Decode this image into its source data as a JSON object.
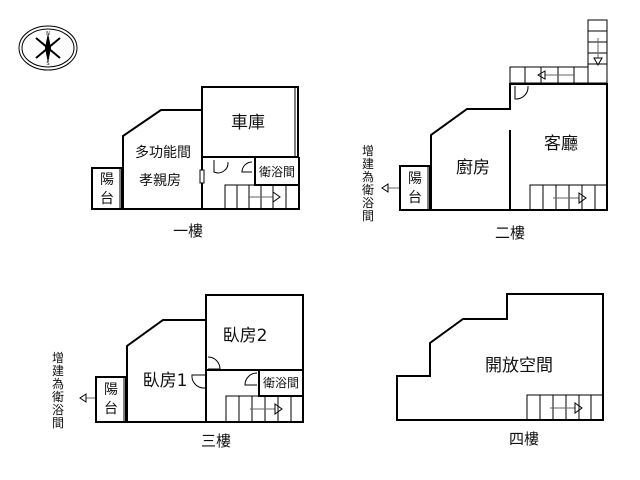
{
  "compass": {
    "north": "N",
    "south": "S"
  },
  "floors": [
    {
      "title": "一樓",
      "rooms": {
        "multi": "多功能間",
        "parents": "孝親房",
        "garage": "車庫",
        "bath": "衛浴間",
        "balcony_1": "陽",
        "balcony_2": "台"
      }
    },
    {
      "title": "二樓",
      "rooms": {
        "kitchen": "廚房",
        "living": "客廳",
        "balcony_1": "陽",
        "balcony_2": "台"
      },
      "note": [
        "增",
        "建",
        "為",
        "衛",
        "浴",
        "間"
      ]
    },
    {
      "title": "三樓",
      "rooms": {
        "bed1": "臥房1",
        "bed2": "臥房2",
        "bath": "衛浴間",
        "balcony_1": "陽",
        "balcony_2": "台"
      },
      "note": [
        "增",
        "建",
        "為",
        "衛",
        "浴",
        "間"
      ]
    },
    {
      "title": "四樓",
      "rooms": {
        "open": "開放空間"
      }
    }
  ]
}
